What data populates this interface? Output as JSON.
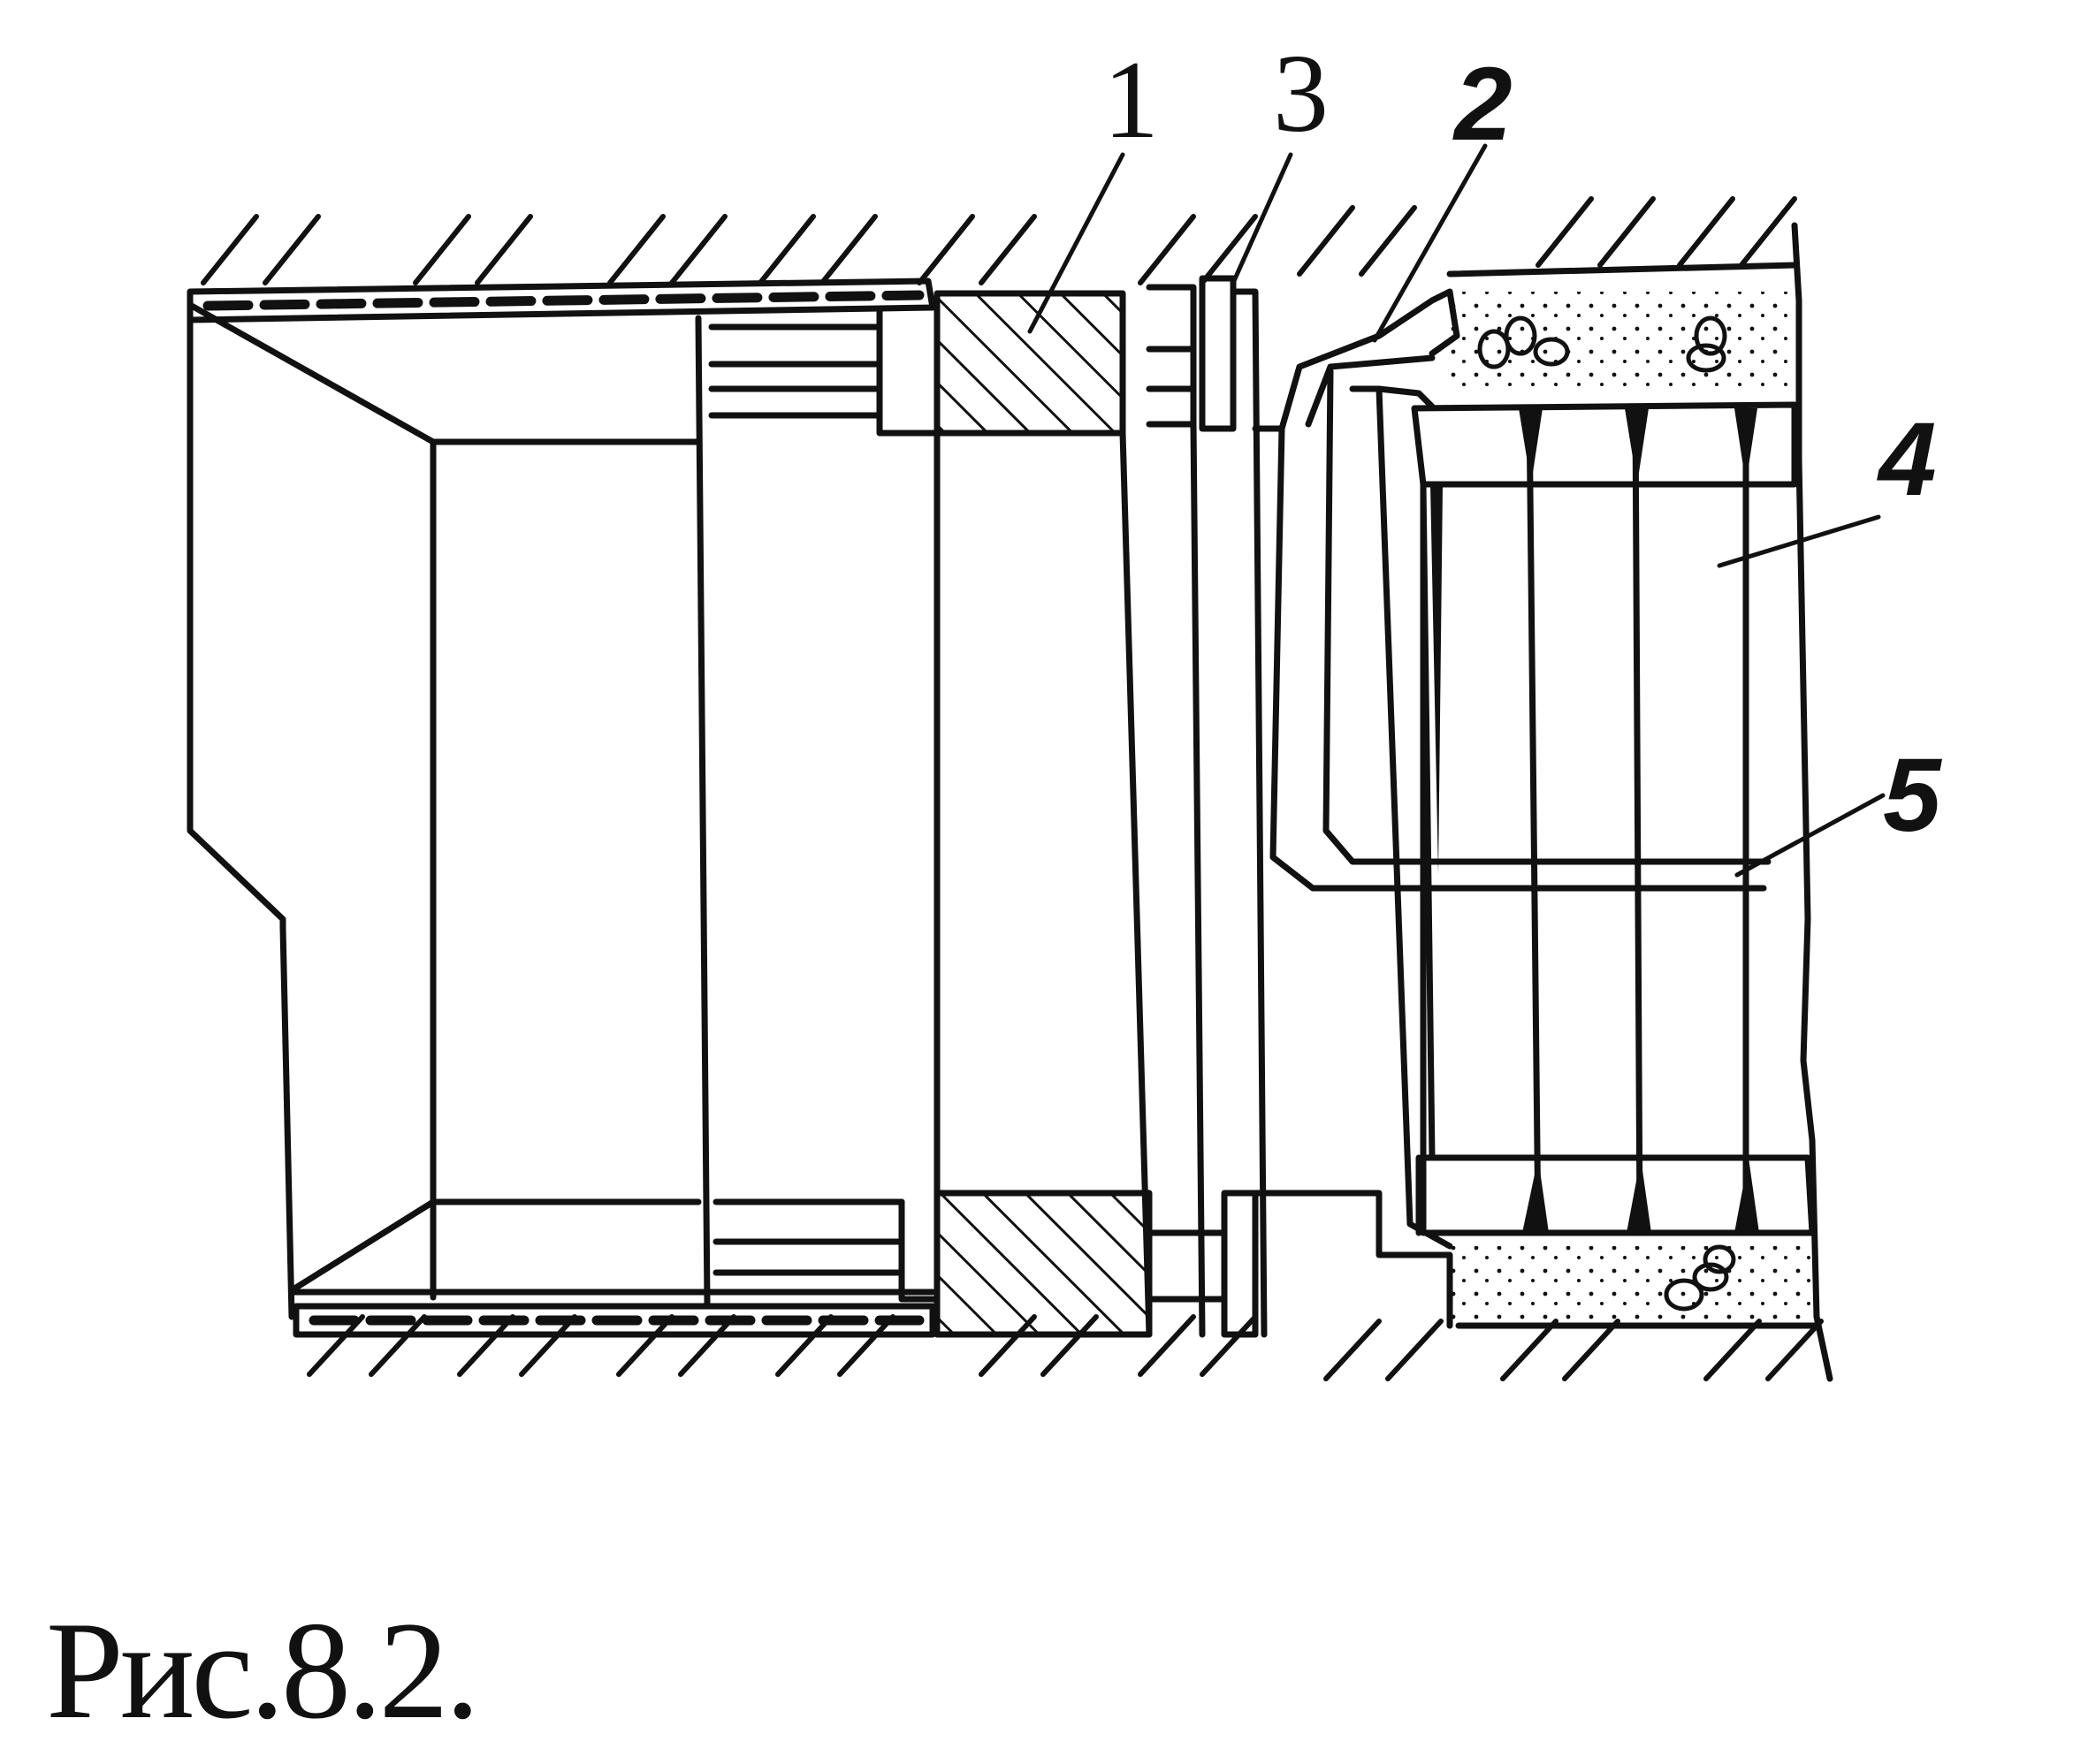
{
  "caption": "Рис.8.2.",
  "callouts": [
    {
      "id": "1",
      "text": "1"
    },
    {
      "id": "3",
      "text": "3"
    },
    {
      "id": "2",
      "text": "2"
    },
    {
      "id": "4",
      "text": "4"
    },
    {
      "id": "5",
      "text": "5"
    }
  ],
  "colors": {
    "ink": "#111111",
    "paper": "#ffffff"
  }
}
